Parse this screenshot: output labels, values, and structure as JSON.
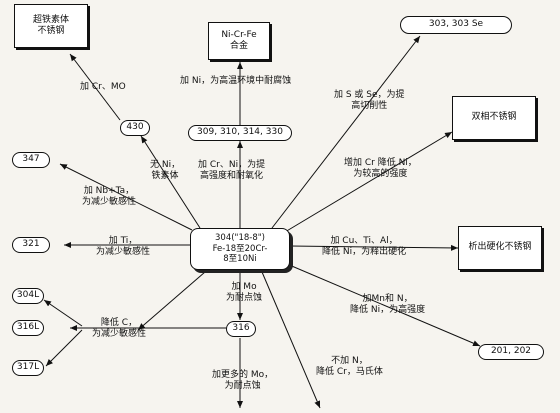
{
  "nodes": {
    "center": "304(\"18-8\")\nFe-18至20Cr-\n8至10Ni",
    "superferritic": "超铁素体\n不锈钢",
    "ni_cr_fe": "Ni-Cr-Fe\n合金",
    "se_grades": "303, 303    Se",
    "duplex": "双相不锈钢",
    "precip": "析出硬化不锈钢",
    "g430": "430",
    "g347": "347",
    "g321": "321",
    "g304L": "304L",
    "g316L": "316L",
    "g317L": "317L",
    "g316": "316",
    "g309": "309, 310, 314, 330",
    "g201": "201, 202"
  },
  "labels": {
    "add_cr_mo": "加 Cr、MO",
    "add_ni_high_temp": "加 Ni，为高温环境中耐腐蚀",
    "add_s_se": "加 S 或 Se，为提\n高切削性",
    "no_ni": "无 Ni，\n铁素体",
    "add_cr_ni": "加 Cr、Ni，为提\n高强度和耐氧化",
    "add_nb_ta": "加 Nb+Ta，\n为减少敏感性",
    "add_cr_lower_ni": "增加 Cr 降低 Ni，\n为较高的强度",
    "add_ti": "加 Ti，\n为减少敏感性",
    "add_cu_ti_al": "加 Cu、Ti、Al，\n降低 Ni，为释出硬化",
    "lower_c": "降低 C，\n为减少敏感性",
    "add_mo": "加 Mo\n为耐点蚀",
    "add_mn_n": "加Mn和 N，\n降低 Ni，为高强度",
    "more_mo": "加更多的 Mo，\n为耐点蚀",
    "no_n": "不加 N，\n降低 Cr，马氏体"
  }
}
